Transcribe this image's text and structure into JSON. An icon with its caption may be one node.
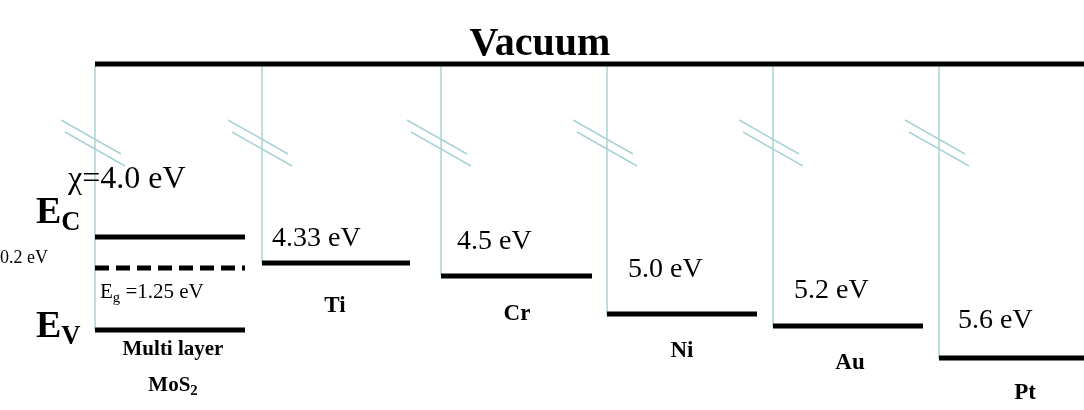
{
  "diagram": {
    "labels": [
      "Vacuum",
      "χ=4.0 eV",
      "E$_{C}$",
      "4.33 eV",
      "4.5 eV",
      "0.2 eV",
      "5.0 eV",
      "E$_{g}$ =1.25 eV",
      "5.2 eV",
      "Ti",
      "Cr",
      "E$_{V}$",
      "Multi layer MoS$_{2}$",
      "Ni",
      "5.6 eV",
      "Au",
      "Pt"
    ]
  }
}
